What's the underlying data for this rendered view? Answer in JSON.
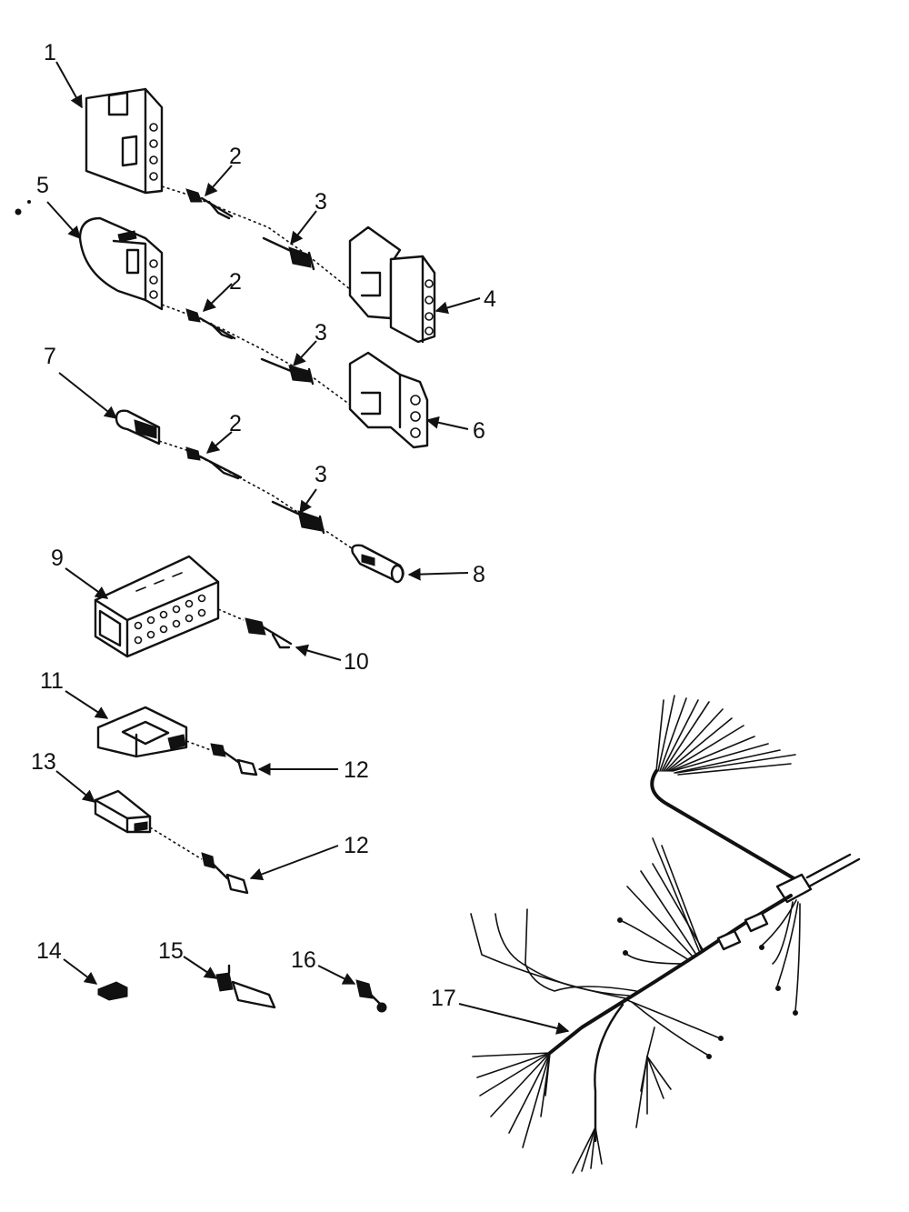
{
  "callouts": {
    "c1": "1",
    "c2a": "2",
    "c2b": "2",
    "c2c": "2",
    "c3a": "3",
    "c3b": "3",
    "c3c": "3",
    "c4": "4",
    "c5": "5",
    "c6": "6",
    "c7": "7",
    "c8": "8",
    "c9": "9",
    "c10": "10",
    "c11": "11",
    "c12a": "12",
    "c12b": "12",
    "c13": "13",
    "c14": "14",
    "c15": "15",
    "c16": "16",
    "c17": "17"
  }
}
